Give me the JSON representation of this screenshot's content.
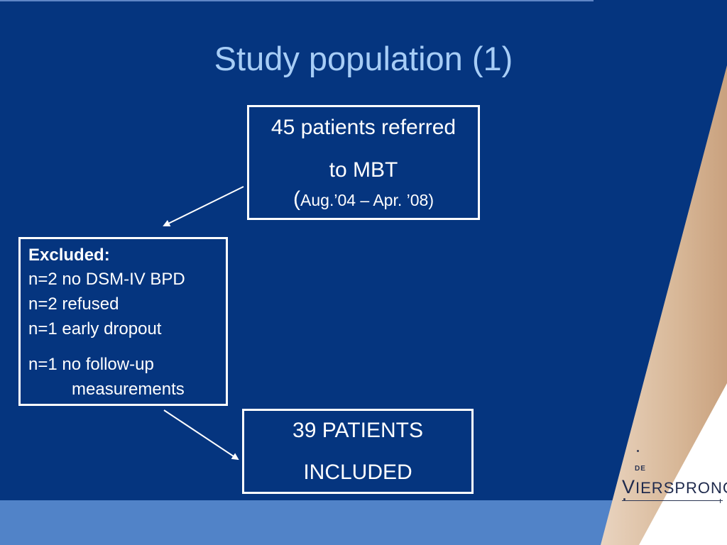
{
  "slide": {
    "title": "Study population (1)"
  },
  "boxes": {
    "referred": {
      "line1": "45 patients referred",
      "line2": "to MBT",
      "line3_open": "(",
      "line3_rest": "Aug.’04 – Apr. ’08)"
    },
    "excluded": {
      "heading": "Excluded:",
      "items": [
        "n=2 no DSM-IV BPD",
        "n=2 refused",
        "n=1 early dropout",
        "n=1 no follow-up",
        "measurements"
      ]
    },
    "included": {
      "line1": "39 PATIENTS",
      "line2": "INCLUDED"
    }
  },
  "logo": {
    "prefix": "DE",
    "initial": "V",
    "rest": "IERSPRONG"
  },
  "colors": {
    "background": "#05357f",
    "title": "#a7cdf6",
    "bottom_band": "#5183c8",
    "beige": "#d7b89a",
    "box_border": "#ffffff",
    "text": "#ffffff"
  }
}
